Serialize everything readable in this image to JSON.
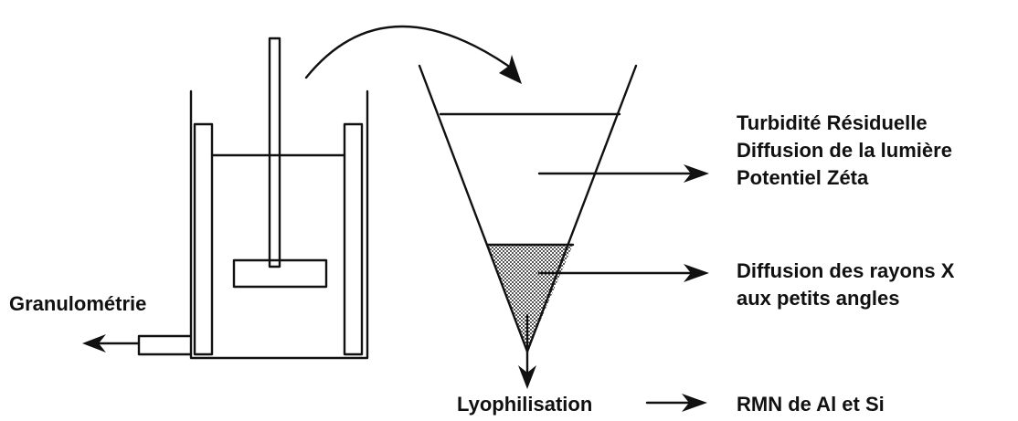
{
  "labels": {
    "turbidite": "Turbidité Résiduelle",
    "diffusion_lumiere": "Diffusion de la lumière",
    "potentiel_zeta": "Potentiel Zéta",
    "diffusion_rayons_x_line1": "Diffusion des rayons X",
    "diffusion_rayons_x_line2": "aux petits angles",
    "granulometrie": "Granulométrie",
    "lyophilisation": "Lyophilisation",
    "rmn": "RMN de Al et Si"
  },
  "colors": {
    "ink": "#111111",
    "background": "#ffffff",
    "sediment_fill": "#9a9a9a"
  }
}
